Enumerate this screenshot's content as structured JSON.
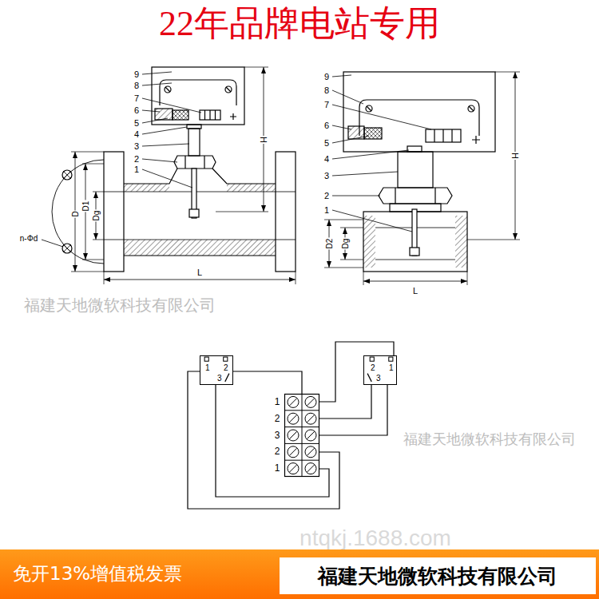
{
  "diagram": {
    "title": "22年品牌电站专用",
    "nodes": [
      {
        "text": [
          "1",
          "2",
          "3"
        ]
      },
      {
        "text": [
          "1",
          "2",
          "3"
        ]
      },
      {
        "text": [
          "1",
          "2",
          "3",
          "2",
          "1"
        ]
      },
      {
        "text": [
          "免开13%增值税发票"
        ]
      },
      {
        "text": [
          "福建天地微软科技有限公司"
        ],
        "in": 3
      }
    ],
    "edges": [
      {
        "from": 0,
        "to": 2,
        "arrow": "none"
      },
      {
        "from": 0,
        "to": 2,
        "arrow": "none"
      },
      {
        "from": 0,
        "to": 2,
        "arrow": "none"
      },
      {
        "from": 1,
        "to": 2,
        "arrow": "none"
      },
      {
        "from": 1,
        "to": 2,
        "arrow": "none"
      },
      {
        "from": 1,
        "to": 2,
        "arrow": "none"
      }
    ],
    "labels": [
      "9",
      "8",
      "7",
      "6",
      "5",
      "4",
      "3",
      "2",
      "1",
      "H",
      "D",
      "D1",
      "Dg",
      "n-Φd",
      "L",
      "9",
      "8",
      "7",
      "6",
      "5",
      "4",
      "3",
      "2",
      "1",
      "H",
      "D2",
      "Dg",
      "L",
      "福建天地微软科技有限公司",
      "福建天地微软科技有限公司",
      "ntqkj.1688.com"
    ]
  }
}
